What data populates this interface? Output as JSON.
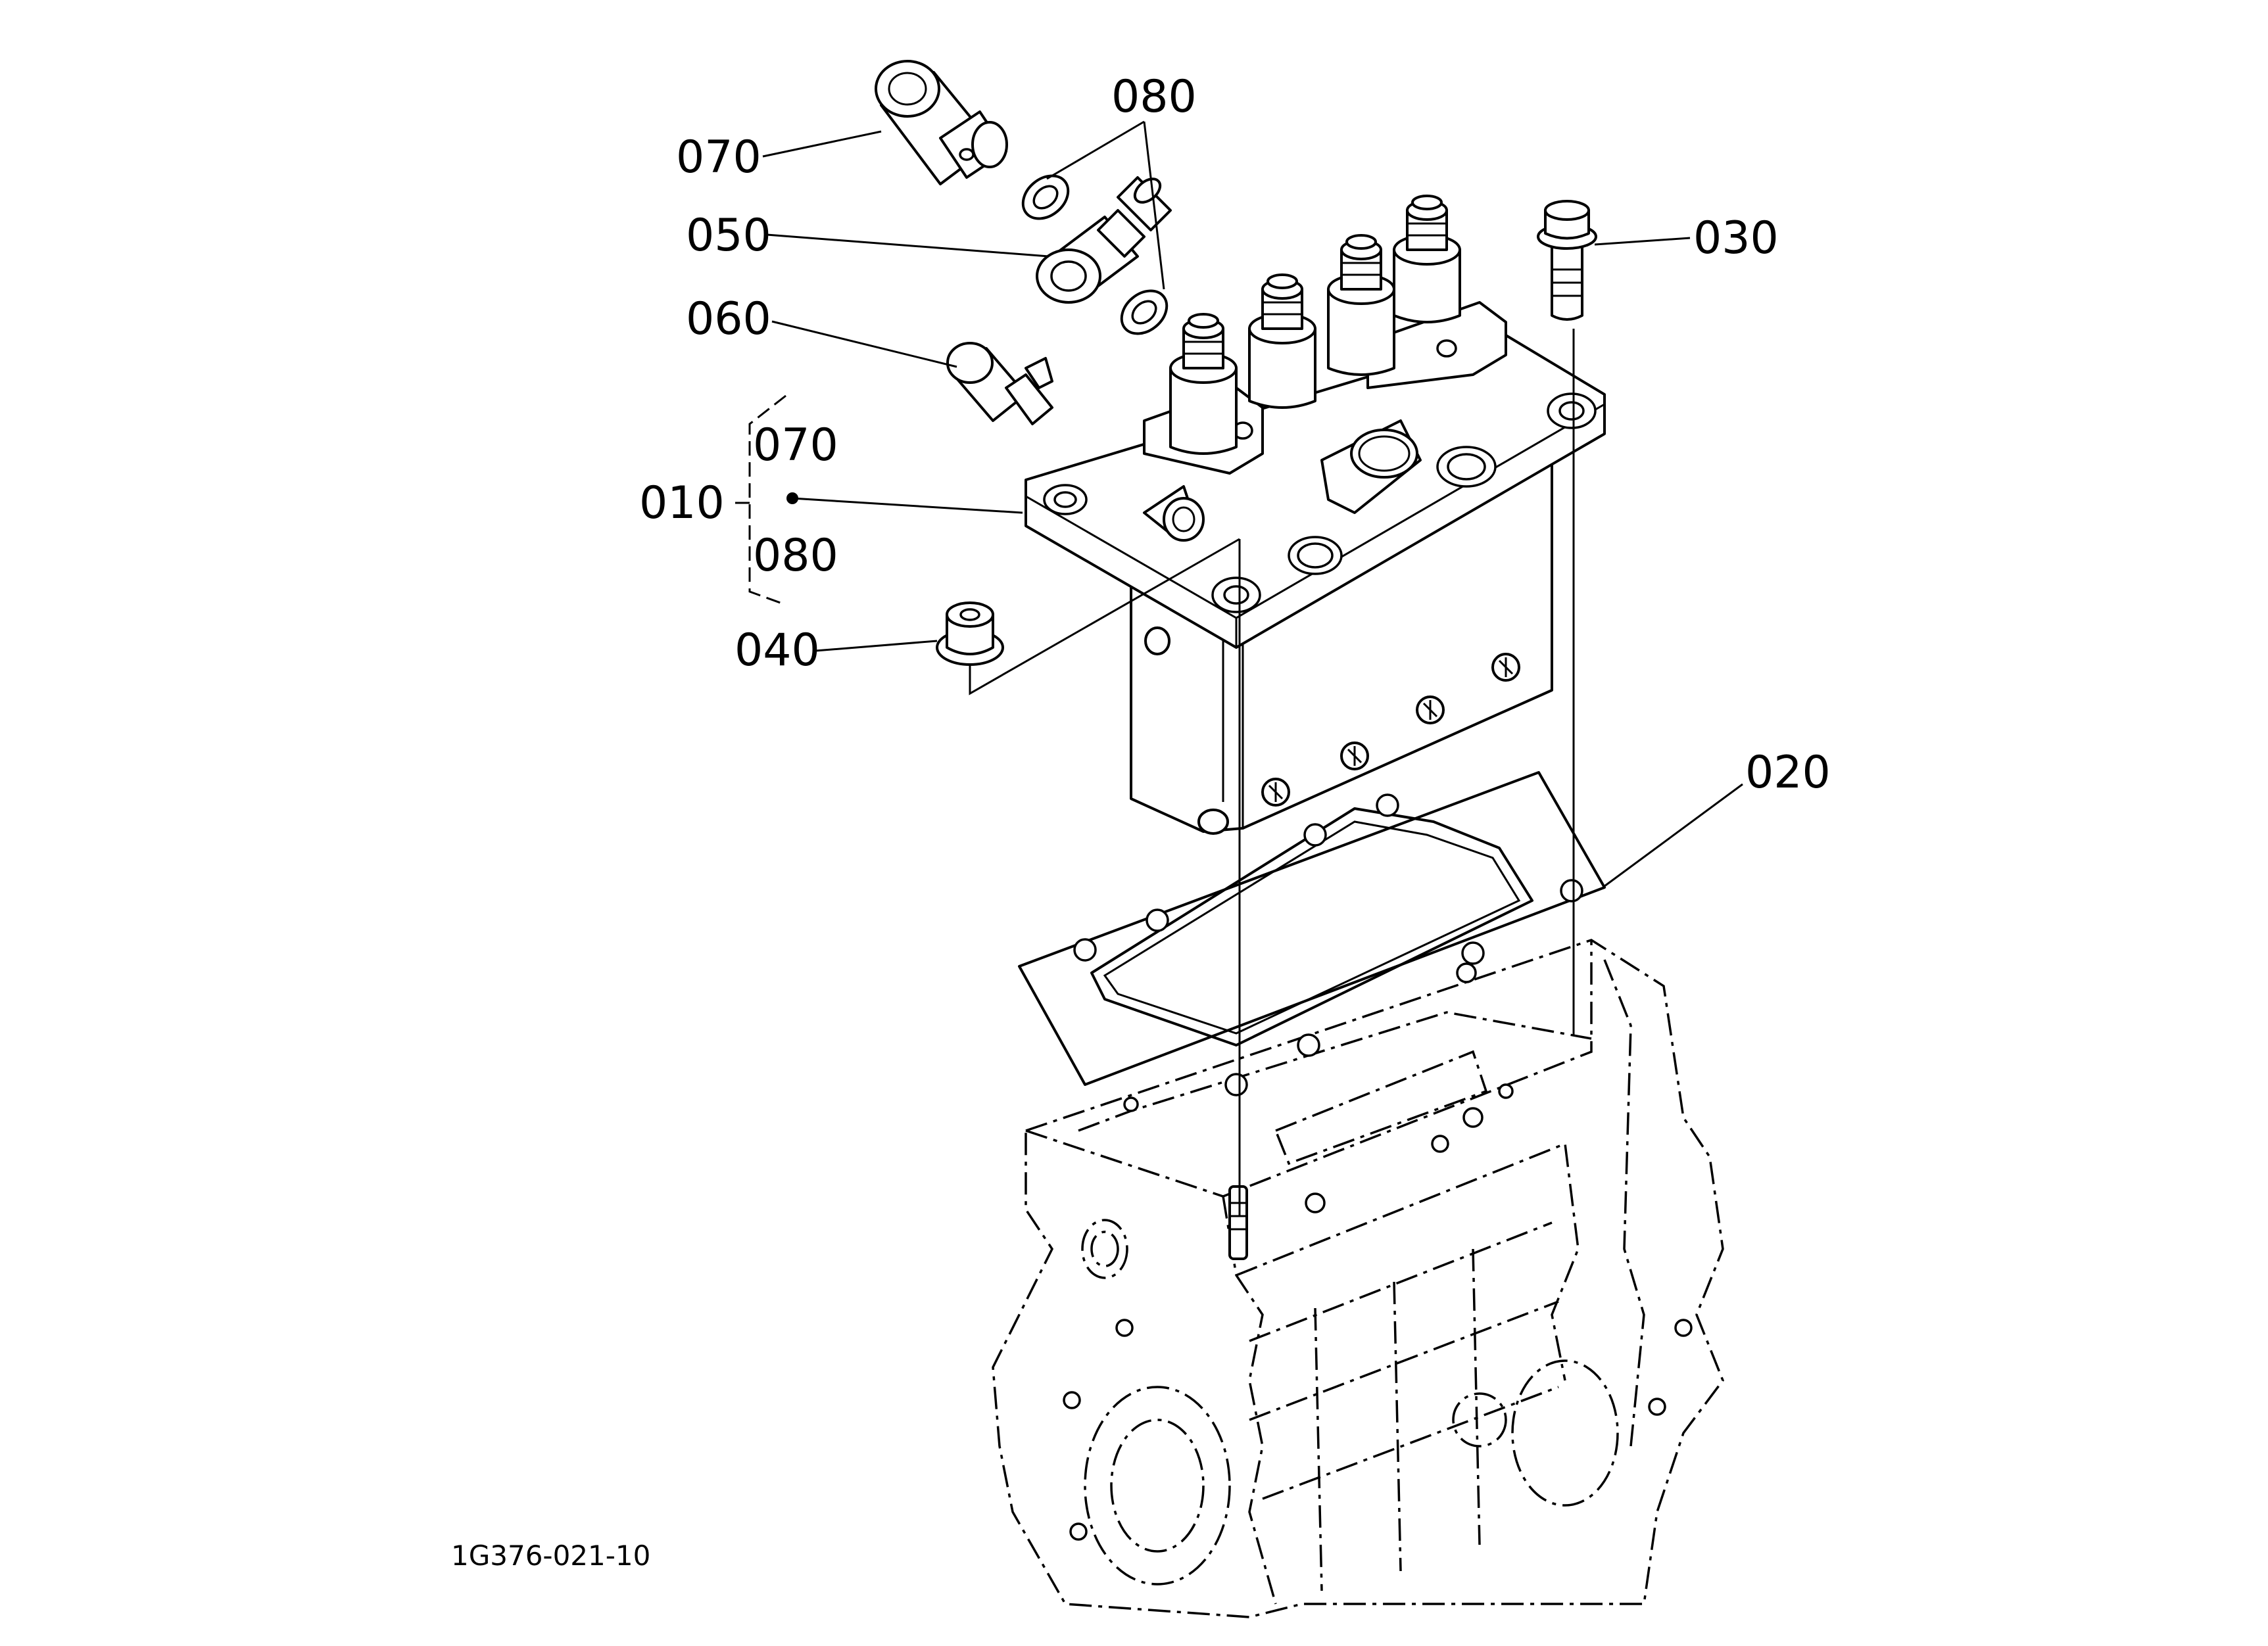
{
  "callouts": {
    "c070_top": "070",
    "c080_top": "080",
    "c050": "050",
    "c060": "060",
    "c010": "010",
    "c070_bracket": "070",
    "c080_bracket": "080",
    "c040": "040",
    "c030": "030",
    "c020": "020"
  },
  "figure_code": "1G376-021-10"
}
